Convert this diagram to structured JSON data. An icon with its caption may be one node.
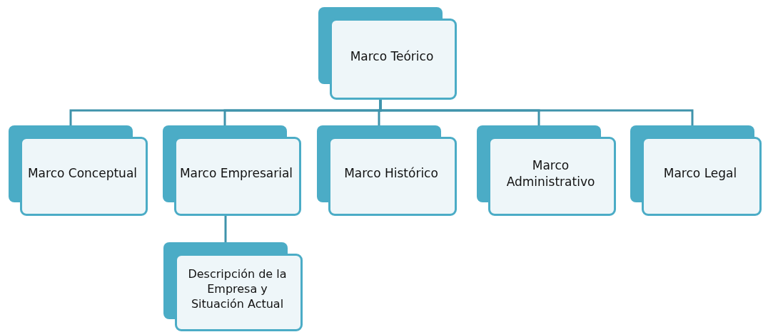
{
  "diagram": {
    "nodes": [
      {
        "text": [
          "Marco Teórico"
        ]
      },
      {
        "text": [
          "Marco Conceptual"
        ]
      },
      {
        "text": [
          "Marco Empresarial"
        ]
      },
      {
        "text": [
          "Marco Histórico"
        ]
      },
      {
        "text": [
          "Marco Administrativo"
        ]
      },
      {
        "text": [
          "Marco Legal"
        ]
      },
      {
        "text": [
          "Descripción de la Empresa y Situación Actual"
        ]
      }
    ],
    "edges": [
      {
        "from": 0,
        "to": 1,
        "arrow": "none"
      },
      {
        "from": 0,
        "to": 2,
        "arrow": "none"
      },
      {
        "from": 0,
        "to": 3,
        "arrow": "none"
      },
      {
        "from": 0,
        "to": 4,
        "arrow": "none"
      },
      {
        "from": 0,
        "to": 5,
        "arrow": "none"
      },
      {
        "from": 2,
        "to": 6,
        "arrow": "none"
      }
    ]
  }
}
